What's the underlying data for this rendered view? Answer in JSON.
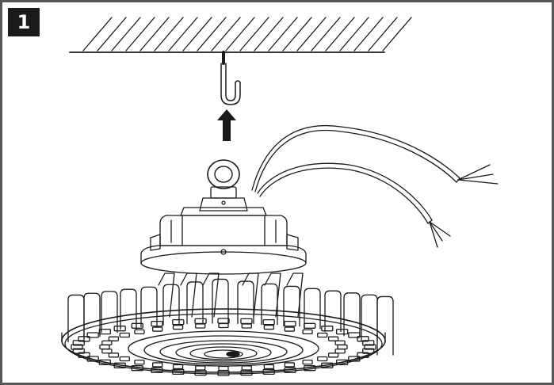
{
  "step": {
    "number": "1"
  },
  "colors": {
    "line": "#1a1a1a",
    "frame": "#555555",
    "badge_bg": "#1a1a1a",
    "badge_text": "#ffffff"
  },
  "icons": [
    "ceiling-hatch",
    "hook-icon",
    "up-arrow-icon",
    "high-bay-light-fixture",
    "power-cable"
  ]
}
